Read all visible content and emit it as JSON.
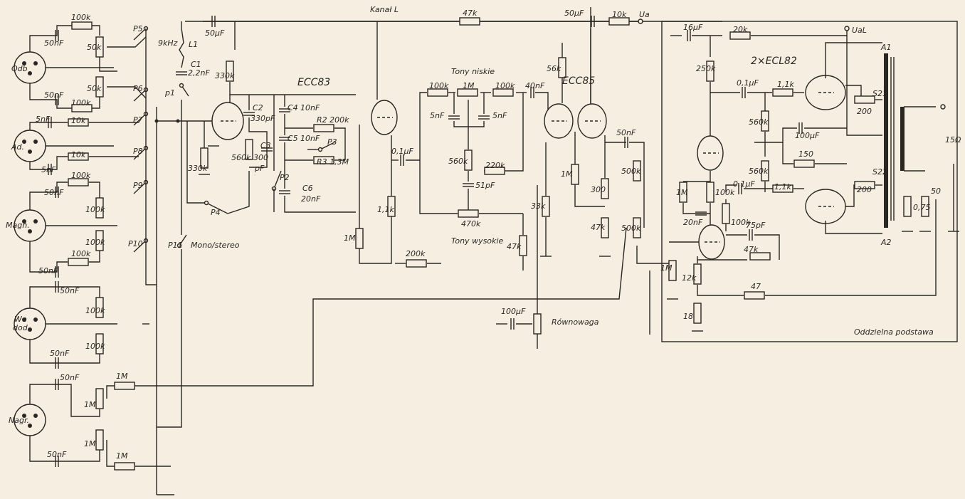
{
  "diagram": {
    "type": "tube amplifier schematic",
    "colors": {
      "paper": "#f6efe1",
      "ink": "#2a2622"
    },
    "inputs": [
      "Odb",
      "Ad.",
      "Magn.",
      "We",
      "dod.",
      "Nagr."
    ],
    "input_section": [
      "100k",
      "50nF",
      "50k",
      "50nF",
      "100k",
      "50k",
      "P5",
      "P6",
      "P7",
      "5nF",
      "10k",
      "10k",
      "5nF",
      "P8",
      "100k",
      "50nF",
      "100k",
      "P9",
      "100k",
      "P10",
      "100k",
      "50nF",
      "50nF",
      "100k",
      "100k",
      "50nF",
      "50nF",
      "1M",
      "1M",
      "1M",
      "50nF",
      "1M"
    ],
    "preamp": [
      "9kHz",
      "L1",
      "C1",
      "2,2nF",
      "p1",
      "50µF",
      "330k",
      "ECC83",
      "C2",
      "330pF",
      "C4",
      "10nF",
      "330k",
      "560k",
      "C3",
      "300",
      "pF",
      "C5",
      "10nF",
      "R2 200k",
      "P3",
      "R3 1,3M",
      "P2",
      "C6",
      "20nF",
      "P4",
      "P11",
      "Mono/stereo"
    ],
    "tone_section": [
      "Kanał L",
      "47k",
      "50µF",
      "10k",
      "Ua",
      "56k",
      "ECC85",
      "Tony niskie",
      "100k",
      "1M",
      "100k",
      "40nF",
      "5nF",
      "5nF",
      "0,1µF",
      "560k",
      "220k",
      "51pF",
      "470k",
      "Tony wysokie",
      "1,1k",
      "1M",
      "200k",
      "47k",
      "33k",
      "1M",
      "300",
      "47k",
      "50nF",
      "500k",
      "500k",
      "100µF",
      "Równowaga"
    ],
    "power_stage": [
      "16µF",
      "20k",
      "UaL",
      "A1",
      "250k",
      "2×ECL82",
      "0,1µF",
      "1,1k",
      "S21",
      "200",
      "560k",
      "100µF",
      "150",
      "560k",
      "1M",
      "100k",
      "0,1µF",
      "1,1k",
      "S22",
      "200",
      "0,75",
      "50",
      "15Ω",
      "20nF",
      "100k",
      "75pF",
      "47k",
      "1M",
      "12k",
      "47",
      "18",
      "A2",
      "Oddzielna podstawa"
    ]
  }
}
